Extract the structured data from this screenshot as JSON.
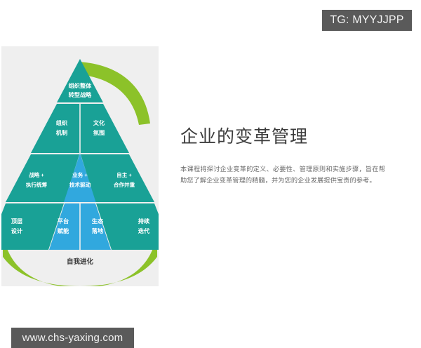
{
  "watermarks": {
    "telegram_badge": "TG: MYYJJPP",
    "site_badge": "www.chs-yaxing.com"
  },
  "colors": {
    "teal": "#19A196",
    "teal_dark": "#13968D",
    "blue": "#31A8DE",
    "green_arc": "#8CC229",
    "panel_bg": "#EFEFEF",
    "badge_bg": "#5A5A5A",
    "title_text": "#3C3C3C",
    "body_text": "#6A6A6A"
  },
  "main": {
    "title": "企业的变革管理",
    "description": "本课程将探讨企业变革的定义、必要性、管理原则和实施步骤，旨在帮助您了解企业变革管理的精髓，并为您的企业发展提供宝贵的参考。"
  },
  "illustration": {
    "type": "pyramid-diagram",
    "base_caption": "自我进化",
    "tiers": [
      {
        "level": 1,
        "blocks": [
          {
            "lines": [
              "组织整体",
              "转型战略"
            ],
            "color": "teal"
          }
        ]
      },
      {
        "level": 2,
        "blocks": [
          {
            "lines": [
              "组织",
              "机制"
            ],
            "color": "teal"
          },
          {
            "lines": [
              "文化",
              "氛围"
            ],
            "color": "teal"
          }
        ]
      },
      {
        "level": 3,
        "blocks": [
          {
            "lines": [
              "战略 +",
              "执行统筹"
            ],
            "color": "teal"
          },
          {
            "lines": [
              "业务 +",
              "技术驱动"
            ],
            "color": "blue"
          },
          {
            "lines": [
              "自主 +",
              "合作并重"
            ],
            "color": "teal"
          }
        ]
      },
      {
        "level": 4,
        "blocks": [
          {
            "lines": [
              "顶层",
              "设计"
            ],
            "color": "teal"
          },
          {
            "lines": [
              "平台",
              "赋能"
            ],
            "color": "blue"
          },
          {
            "lines": [
              "生态",
              "落地"
            ],
            "color": "blue"
          },
          {
            "lines": [
              "持续",
              "迭代"
            ],
            "color": "teal"
          }
        ]
      }
    ]
  }
}
